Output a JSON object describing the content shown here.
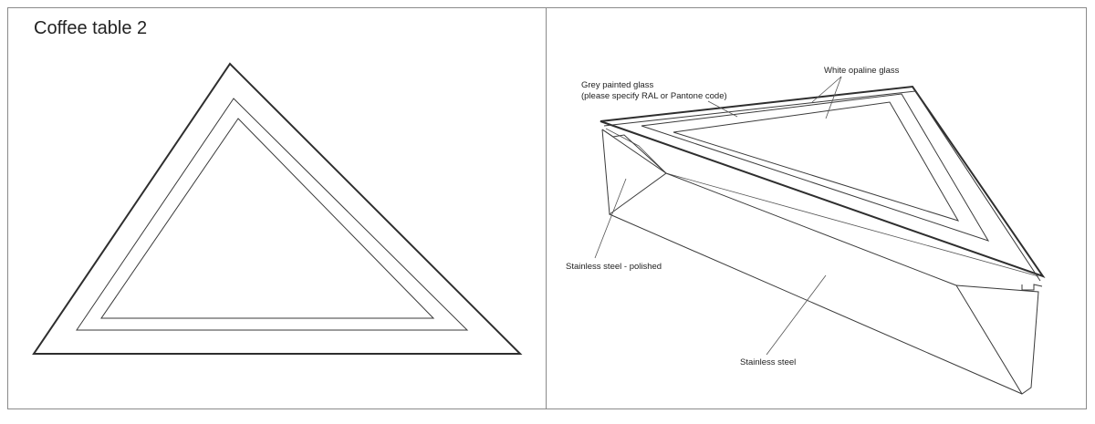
{
  "left_panel": {
    "title": "Coffee table 2"
  },
  "right_panel": {
    "callouts": {
      "grey_glass_line1": "Grey painted glass",
      "grey_glass_line2": "(please specify RAL or Pantone code)",
      "white_glass": "White opaline glass",
      "steel_polished": "Stainless steel - polished",
      "steel": "Stainless steel"
    }
  },
  "colors": {
    "line": "#2e2e2e",
    "border": "#8a8a8a",
    "background": "#ffffff"
  }
}
